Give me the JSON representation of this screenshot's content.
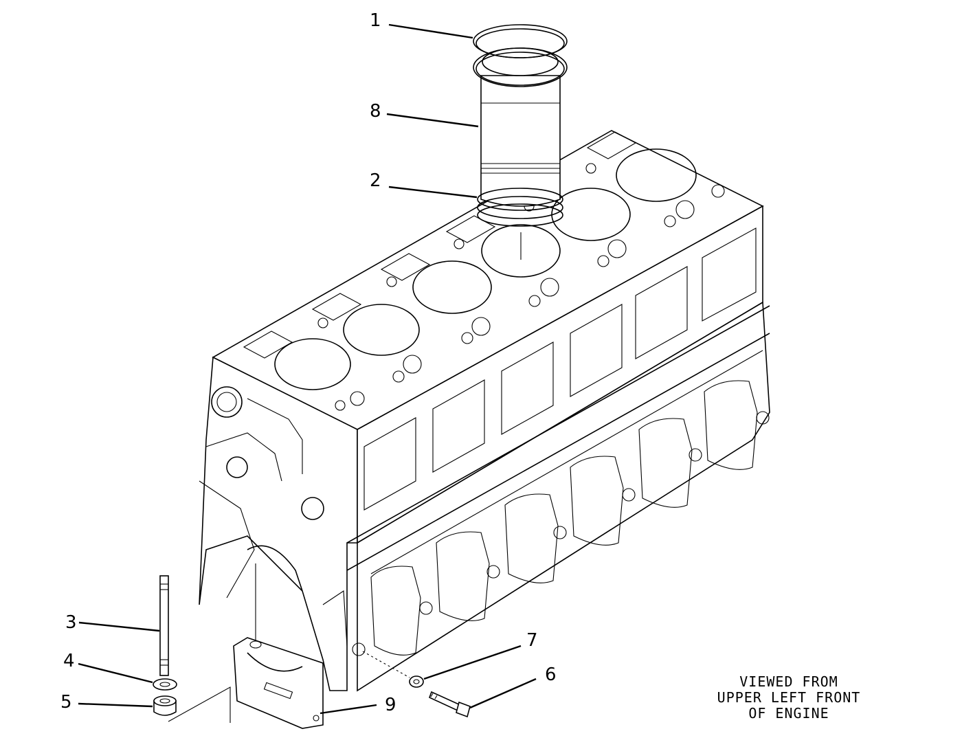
{
  "callouts": [
    {
      "id": "1",
      "label": "1"
    },
    {
      "id": "2",
      "label": "2"
    },
    {
      "id": "3",
      "label": "3"
    },
    {
      "id": "4",
      "label": "4"
    },
    {
      "id": "5",
      "label": "5"
    },
    {
      "id": "6",
      "label": "6"
    },
    {
      "id": "7",
      "label": "7"
    },
    {
      "id": "8",
      "label": "8"
    },
    {
      "id": "9",
      "label": "9"
    }
  ],
  "caption": {
    "line1": "VIEWED FROM",
    "line2": "UPPER LEFT FRONT",
    "line3": "OF ENGINE"
  }
}
